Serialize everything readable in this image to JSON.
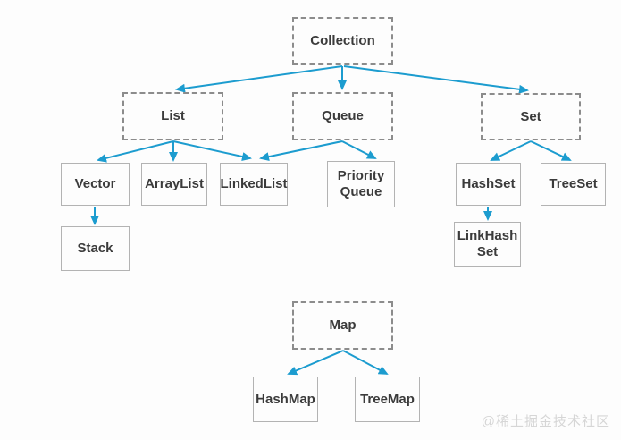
{
  "diagram": {
    "description": "Java collections hierarchy diagram",
    "nodes": {
      "collection": {
        "label": "Collection",
        "style": "dashed"
      },
      "list": {
        "label": "List",
        "style": "dashed"
      },
      "queue": {
        "label": "Queue",
        "style": "dashed"
      },
      "set": {
        "label": "Set",
        "style": "dashed"
      },
      "vector": {
        "label": "Vector",
        "style": "solid"
      },
      "arraylist": {
        "label": "ArrayList",
        "style": "solid"
      },
      "linkedlist": {
        "label": "LinkedList",
        "style": "solid"
      },
      "priorityqueue": {
        "label": "Priority Queue",
        "style": "solid"
      },
      "hashset": {
        "label": "HashSet",
        "style": "solid"
      },
      "treeset": {
        "label": "TreeSet",
        "style": "solid"
      },
      "stack": {
        "label": "Stack",
        "style": "solid"
      },
      "linkhashset": {
        "label": "LinkHash Set",
        "style": "solid"
      },
      "map": {
        "label": "Map",
        "style": "dashed"
      },
      "hashmap": {
        "label": "HashMap",
        "style": "solid"
      },
      "treemap": {
        "label": "TreeMap",
        "style": "solid"
      }
    },
    "edges": [
      {
        "from": "Collection",
        "to": "List"
      },
      {
        "from": "Collection",
        "to": "Queue"
      },
      {
        "from": "Collection",
        "to": "Set"
      },
      {
        "from": "List",
        "to": "Vector"
      },
      {
        "from": "List",
        "to": "ArrayList"
      },
      {
        "from": "List",
        "to": "LinkedList"
      },
      {
        "from": "Queue",
        "to": "LinkedList"
      },
      {
        "from": "Queue",
        "to": "Priority Queue"
      },
      {
        "from": "Set",
        "to": "HashSet"
      },
      {
        "from": "Set",
        "to": "TreeSet"
      },
      {
        "from": "Vector",
        "to": "Stack"
      },
      {
        "from": "HashSet",
        "to": "LinkHash Set"
      },
      {
        "from": "Map",
        "to": "HashMap"
      },
      {
        "from": "Map",
        "to": "TreeMap"
      }
    ]
  },
  "colors": {
    "arrow": "#1c9ccf",
    "dashed_border": "#8c8c8c",
    "solid_border": "#b3b3b3",
    "text": "#3b3b3b",
    "background": "#fdfdfd",
    "watermark": "#d6d6d6"
  },
  "watermark": {
    "text": "@稀土掘金技术社区"
  }
}
